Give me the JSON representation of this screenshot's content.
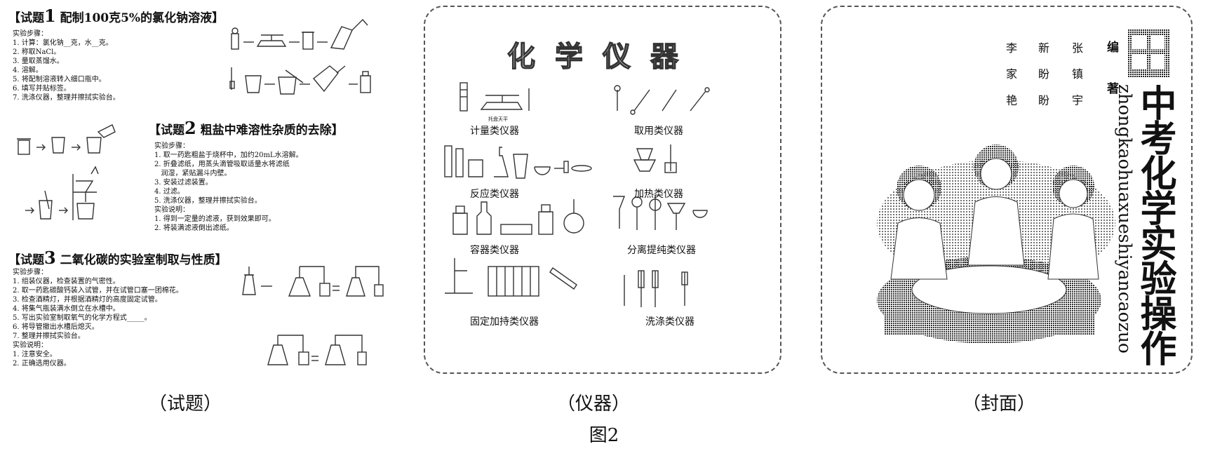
{
  "panel_left": {
    "q1": {
      "title_prefix": "【试题",
      "num": "1",
      "title_rest": " 配制100克5%的氯化钠溶液】",
      "steps": "实验步骤：\n1. 计算：氯化钠__克，水__克。\n2. 称取NaCl。\n3. 量取蒸馏水。\n4. 溶解。\n5. 将配制溶液转入细口瓶中。\n6. 填写并贴标签。\n7. 洗涤仪器，整理并擦拭实验台。"
    },
    "q2": {
      "title_prefix": "【试题",
      "num": "2",
      "title_rest": " 粗盐中难溶性杂质的去除】",
      "steps": "实验步骤：\n1. 取一药匙粗盐于烧杯中，加约20mL水溶解。\n2. 折叠滤纸，用蒸头滴管吸取适量水将滤纸\n   润湿，紧贴漏斗内壁。\n3. 安装过滤装置。\n4. 过滤。\n5. 洗涤仪器，整理并擦拭实验台。\n实验说明：\n1. 得到一定量的滤液，获到效果即可。\n2. 将装满滤液倒出滤纸。"
    },
    "q3": {
      "title_prefix": "【试题",
      "num": "3",
      "title_rest": " 二氧化碳的实验室制取与性质】",
      "steps": "实验步骤：\n1. 组装仪器，检查装置的气密性。\n2. 取一药匙碳酸钙装入试管，并在试管口塞一团棉花。\n3. 检查酒精灯，并根据酒精灯的高度固定试管。\n4. 将集气瓶装满水倒立在水槽中。\n5. 写出实验室制取氧气的化学方程式_____。\n6. 将导管撤出水槽后熄灭。\n7. 整理并擦拭实验台。\n实验说明：\n1. 注意安全。\n2. 正确选用仪器。"
    }
  },
  "panel_middle": {
    "title": "化学仪器",
    "categories": [
      "计量类仪器",
      "取用类仪器",
      "反应类仪器",
      "加热类仪器",
      "容器类仪器",
      "分离提纯类仪器",
      "固定加持类仪器",
      "洗涤类仪器"
    ],
    "small_label": "托盘天平"
  },
  "panel_right": {
    "title": "中考化学实验操作",
    "pinyin": "zhongkaohuaxueshiyancaozuo",
    "editor_label": "编 著",
    "authors": [
      "张 镇 宇",
      "新 盼 盼",
      "李 家 艳"
    ]
  },
  "captions": {
    "left": "（试题）",
    "middle": "（仪器）",
    "right": "（封面）",
    "figure": "图2"
  }
}
